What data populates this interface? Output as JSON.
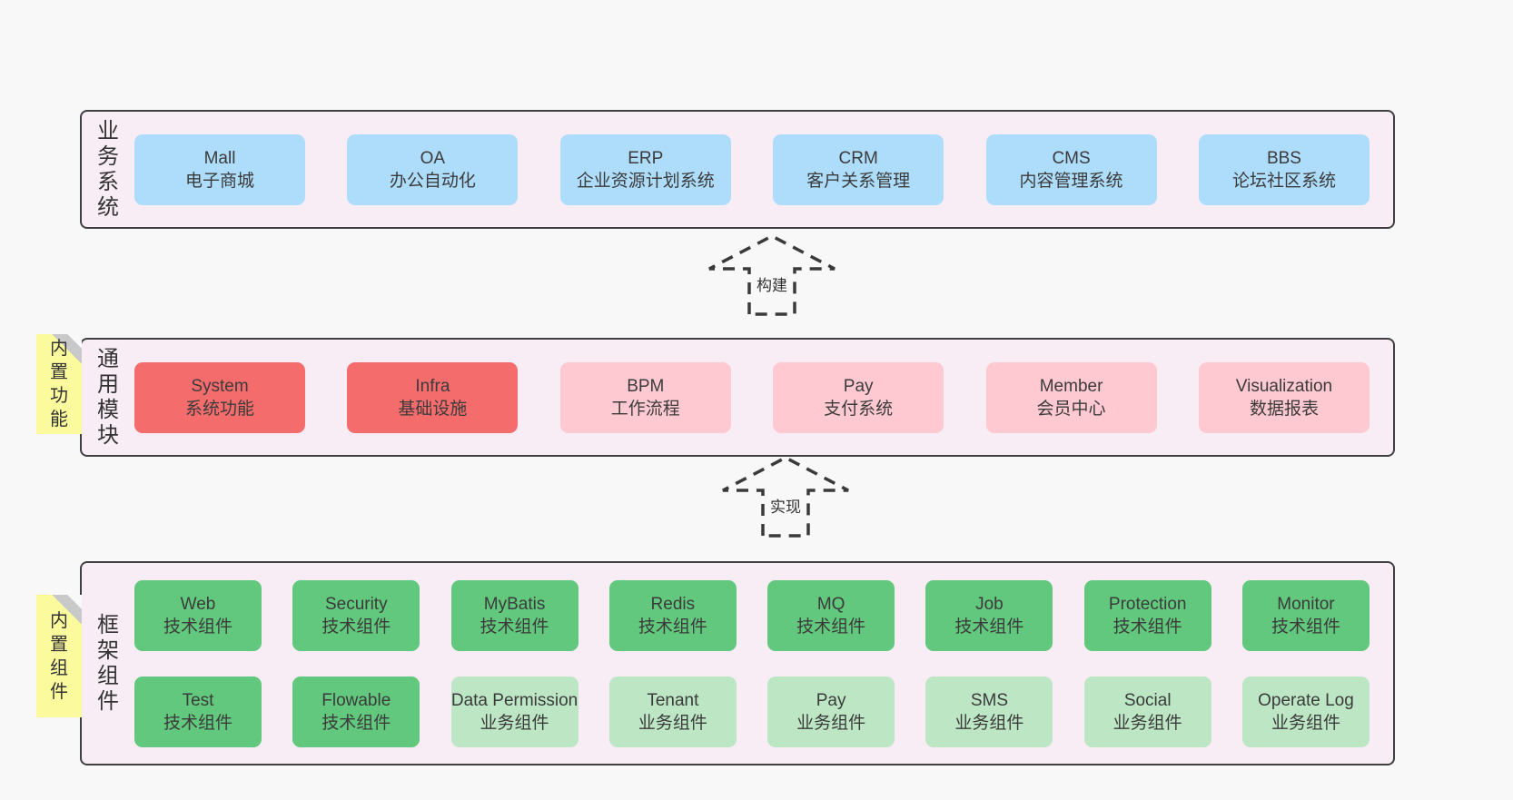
{
  "page": {
    "background": "#f8f8f8"
  },
  "palette": {
    "band_bg": "#f8edf5",
    "band_border": "#404040",
    "blue": "#aeddfb",
    "red": "#f56c6c",
    "pink": "#ffc9d1",
    "green_dark": "#62c87d",
    "green_light": "#bde6c5",
    "sticky_yellow": "#fbfa9d",
    "sticky_fold": "#c9c9c9",
    "arrow_stroke": "#3a3a3a",
    "text": "#3b3b3b"
  },
  "arrows": [
    {
      "label": "构建"
    },
    {
      "label": "实现"
    }
  ],
  "bands": [
    {
      "label": "业务系统",
      "rows": [
        [
          {
            "title": "Mall",
            "subtitle": "电子商城",
            "style": "blue"
          },
          {
            "title": "OA",
            "subtitle": "办公自动化",
            "style": "blue"
          },
          {
            "title": "ERP",
            "subtitle": "企业资源计划系统",
            "style": "blue"
          },
          {
            "title": "CRM",
            "subtitle": "客户关系管理",
            "style": "blue"
          },
          {
            "title": "CMS",
            "subtitle": "内容管理系统",
            "style": "blue"
          },
          {
            "title": "BBS",
            "subtitle": "论坛社区系统",
            "style": "blue"
          }
        ]
      ]
    },
    {
      "label": "通用模块",
      "sticky": "内置功能",
      "rows": [
        [
          {
            "title": "System",
            "subtitle": "系统功能",
            "style": "red"
          },
          {
            "title": "Infra",
            "subtitle": "基础设施",
            "style": "red"
          },
          {
            "title": "BPM",
            "subtitle": "工作流程",
            "style": "pink"
          },
          {
            "title": "Pay",
            "subtitle": "支付系统",
            "style": "pink"
          },
          {
            "title": "Member",
            "subtitle": "会员中心",
            "style": "pink"
          },
          {
            "title": "Visualization",
            "subtitle": "数据报表",
            "style": "pink"
          }
        ]
      ]
    },
    {
      "label": "框架组件",
      "sticky": "内置组件",
      "rows": [
        [
          {
            "title": "Web",
            "subtitle": "技术组件",
            "style": "green_dark"
          },
          {
            "title": "Security",
            "subtitle": "技术组件",
            "style": "green_dark"
          },
          {
            "title": "MyBatis",
            "subtitle": "技术组件",
            "style": "green_dark"
          },
          {
            "title": "Redis",
            "subtitle": "技术组件",
            "style": "green_dark"
          },
          {
            "title": "MQ",
            "subtitle": "技术组件",
            "style": "green_dark"
          },
          {
            "title": "Job",
            "subtitle": "技术组件",
            "style": "green_dark"
          },
          {
            "title": "Protection",
            "subtitle": "技术组件",
            "style": "green_dark"
          },
          {
            "title": "Monitor",
            "subtitle": "技术组件",
            "style": "green_dark"
          }
        ],
        [
          {
            "title": "Test",
            "subtitle": "技术组件",
            "style": "green_dark"
          },
          {
            "title": "Flowable",
            "subtitle": "技术组件",
            "style": "green_dark"
          },
          {
            "title": "Data Permission",
            "subtitle": "业务组件",
            "style": "green_light"
          },
          {
            "title": "Tenant",
            "subtitle": "业务组件",
            "style": "green_light"
          },
          {
            "title": "Pay",
            "subtitle": "业务组件",
            "style": "green_light"
          },
          {
            "title": "SMS",
            "subtitle": "业务组件",
            "style": "green_light"
          },
          {
            "title": "Social",
            "subtitle": "业务组件",
            "style": "green_light"
          },
          {
            "title": "Operate Log",
            "subtitle": "业务组件",
            "style": "green_light"
          }
        ]
      ]
    }
  ]
}
